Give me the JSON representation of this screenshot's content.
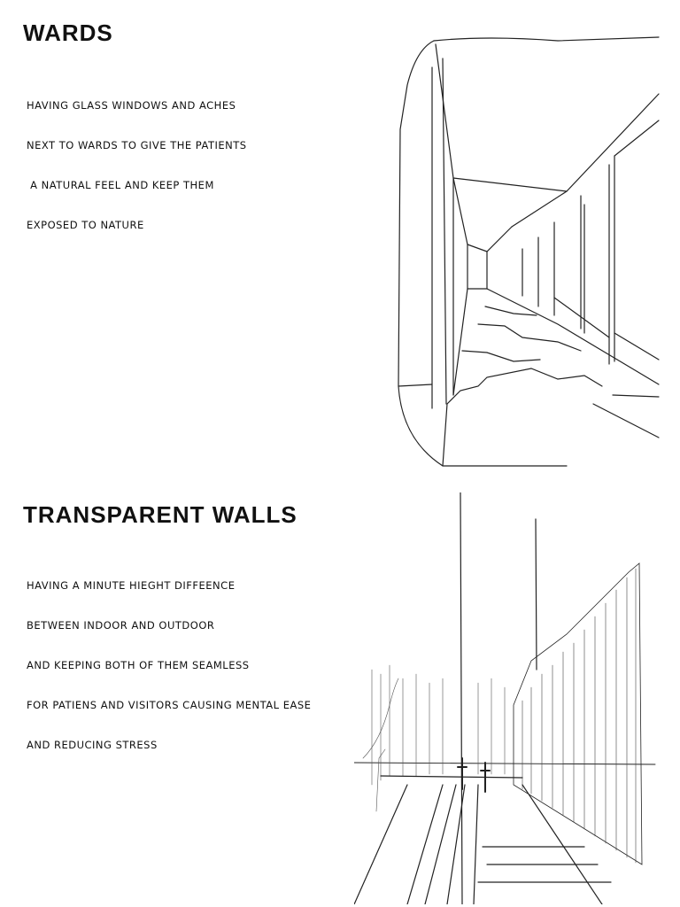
{
  "sections": [
    {
      "title": "Wards",
      "lines": [
        "Having glass windows and aches",
        "next to wards to give the patients",
        " a natural feel and keep them",
        "exposed to nature"
      ]
    },
    {
      "title": "Transparent walls",
      "lines": [
        "Having a minute hieght diffeence",
        "between indoor and outdoor",
        "and keeping both of them seamless",
        "for patiens and visitors causing mental ease",
        "and reducing stress"
      ]
    }
  ]
}
